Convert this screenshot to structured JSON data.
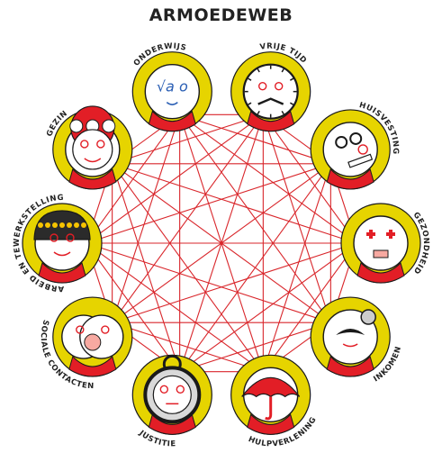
{
  "title": "ARMOEDEWEB",
  "colors": {
    "web": "#d9262b",
    "disc": "#e6d400",
    "face": "#ffffff",
    "outline": "#1a1a1a",
    "scarf": "#e21e26",
    "scarf_stripe": "#f6c400",
    "accent_red": "#e21e26",
    "nose_pink": "#f7a9a1",
    "blue": "#2b5fb4"
  },
  "nodes": [
    {
      "id": "onderwijs",
      "label": "ONDERWIJS",
      "icon": "face-with-math-icon",
      "glyphs": "√a o"
    },
    {
      "id": "vrije-tijd",
      "label": "VRIJE TIJD",
      "icon": "clock-face-icon"
    },
    {
      "id": "huisvesting",
      "label": "HUISVESTING",
      "icon": "face-with-cigarette-icon"
    },
    {
      "id": "gezondheid",
      "label": "GEZONDHEID",
      "icon": "face-with-red-crosses-icon"
    },
    {
      "id": "inkomen",
      "label": "INKOMEN",
      "icon": "piggy-bank-face-icon"
    },
    {
      "id": "hulpverlening",
      "label": "HULPVERLENING",
      "icon": "umbrella-face-icon"
    },
    {
      "id": "justitie",
      "label": "JUSTITIE",
      "icon": "handcuffs-face-icon"
    },
    {
      "id": "sociale-contacten",
      "label": "SOCIALE CONTACTEN",
      "icon": "two-faces-icon"
    },
    {
      "id": "arbeid",
      "label": "ARBEID EN TEWERKSTELLING",
      "icon": "face-with-helmet-icon"
    },
    {
      "id": "gezin",
      "label": "GEZIN",
      "icon": "family-faces-icon"
    }
  ]
}
